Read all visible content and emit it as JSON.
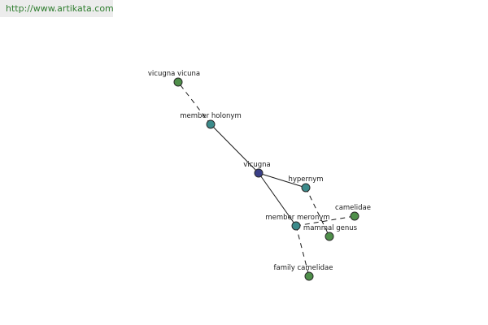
{
  "site": {
    "url": "http://www.artikata.com"
  },
  "colors": {
    "center": "#3a3f87",
    "relation": "#3b8a8a",
    "term": "#4f8f4a"
  },
  "graph": {
    "nodes": {
      "vicugna": {
        "label": "vicugna",
        "kind": "center"
      },
      "member_holonym": {
        "label": "member holonym",
        "kind": "relation"
      },
      "hypernym": {
        "label": "hypernym",
        "kind": "relation"
      },
      "member_meronym": {
        "label": "member meronym",
        "kind": "relation"
      },
      "vicugna_vicuna": {
        "label": "vicugna vicuna",
        "kind": "term"
      },
      "camelidae": {
        "label": "camelidae",
        "kind": "term"
      },
      "mammal_genus": {
        "label": "mammal genus",
        "kind": "term"
      },
      "family_camelidae": {
        "label": "family camelidae",
        "kind": "term"
      }
    },
    "edges": [
      {
        "from": "vicugna",
        "to": "member_holonym",
        "style": "solid"
      },
      {
        "from": "vicugna",
        "to": "hypernym",
        "style": "solid"
      },
      {
        "from": "vicugna",
        "to": "member_meronym",
        "style": "solid"
      },
      {
        "from": "member_holonym",
        "to": "vicugna_vicuna",
        "style": "dashed"
      },
      {
        "from": "hypernym",
        "to": "mammal_genus",
        "style": "dashed"
      },
      {
        "from": "member_meronym",
        "to": "camelidae",
        "style": "dashed"
      },
      {
        "from": "member_meronym",
        "to": "family_camelidae",
        "style": "dashed"
      }
    ]
  }
}
